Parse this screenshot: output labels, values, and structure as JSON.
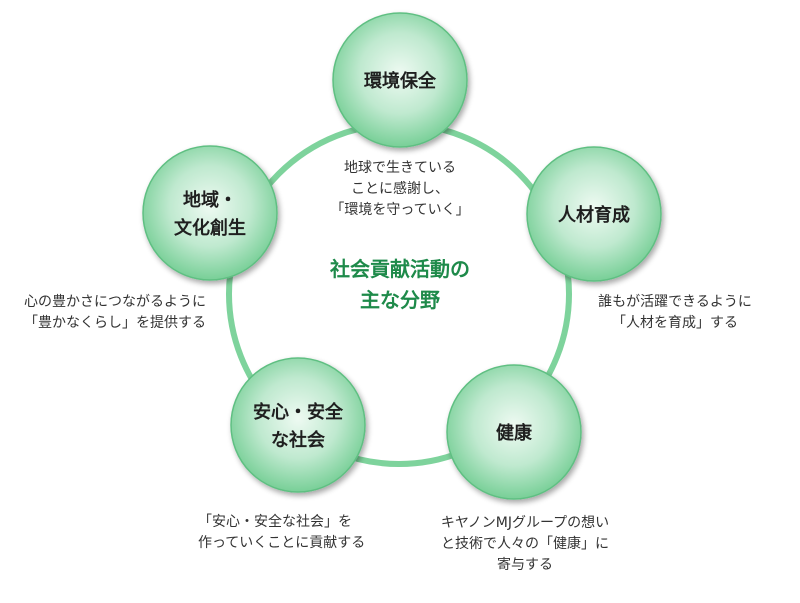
{
  "colors": {
    "ring": "#7ed39c",
    "node_fill_inner": "#e9f8ee",
    "node_fill_outer": "#7fd39c",
    "node_stroke": "#5fbf82",
    "center_text": "#1e8a4a",
    "node_text": "#1f1f1f",
    "caption_text": "#333333"
  },
  "center": {
    "line1": "社会貢献活動の",
    "line2": "主な分野"
  },
  "nodes": {
    "environment": {
      "line1": "環境保全"
    },
    "talent": {
      "line1": "人材育成"
    },
    "health": {
      "line1": "健康"
    },
    "safety": {
      "line1": "安心・安全",
      "line2": "な社会"
    },
    "community": {
      "line1": "地域・",
      "line2": "文化創生"
    }
  },
  "captions": {
    "environment": {
      "line1": "地球で生きている",
      "line2": "ことに感謝し、",
      "line3": "「環境を守っていく」"
    },
    "talent": {
      "line1": "誰もが活躍できるように",
      "line2": "「人材を育成」する"
    },
    "health": {
      "line1": "キヤノンMJグループの想い",
      "line2": "と技術で人々の「健康」に",
      "line3": "寄与する"
    },
    "safety": {
      "line1": "「安心・安全な社会」を",
      "line2": "作っていくことに貢献する"
    },
    "community": {
      "line1": "心の豊かさにつながるように",
      "line2": "「豊かなくらし」を提供する"
    }
  }
}
